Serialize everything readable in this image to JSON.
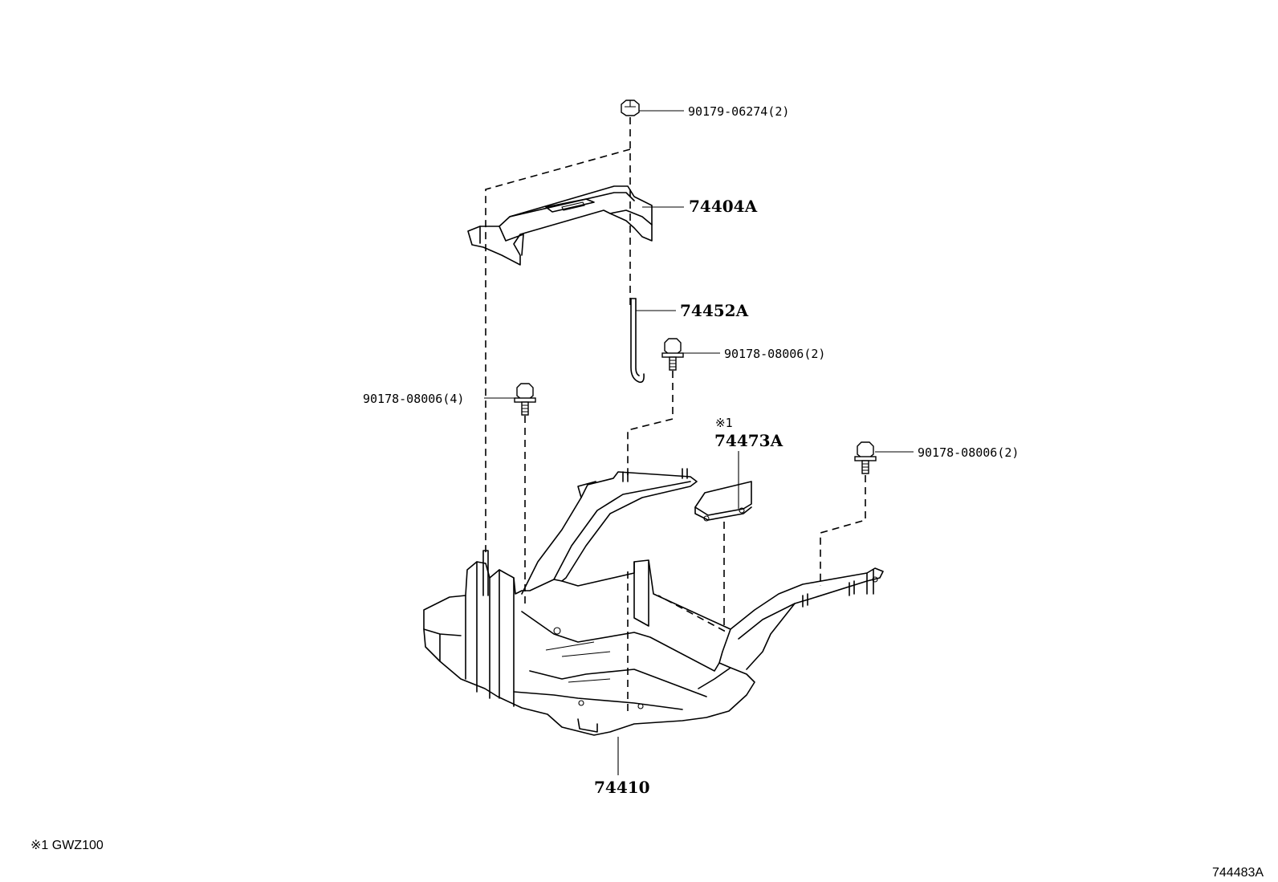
{
  "labels": {
    "nut_top": "90179-06274(2)",
    "clamp": "74404A",
    "rod": "74452A",
    "bolt_mid": "90178-08006(2)",
    "bolt_left": "90178-08006(4)",
    "bracket_note": "※1",
    "bracket": "74473A",
    "bolt_right": "90178-08006(2)",
    "tray": "74410"
  },
  "footnote": "※1  GWZ100",
  "diagram_id": "744483A"
}
